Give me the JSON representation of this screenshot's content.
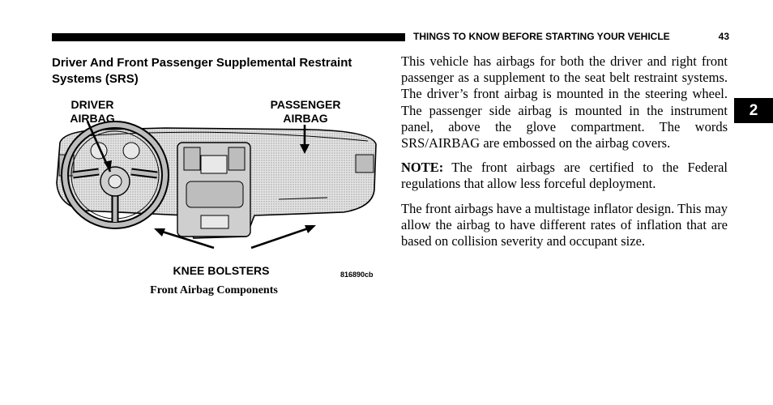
{
  "header": {
    "running_title": "THINGS TO KNOW BEFORE STARTING YOUR VEHICLE",
    "page_number": "43"
  },
  "section": {
    "title": "Driver And Front Passenger Supplemental Restraint Systems (SRS)"
  },
  "figure": {
    "labels": {
      "driver_airbag": "DRIVER\nAIRBAG",
      "passenger_airbag": "PASSENGER\nAIRBAG",
      "knee_bolsters": "KNEE BOLSTERS"
    },
    "code": "816890cb",
    "caption": "Front Airbag Components"
  },
  "body": {
    "paragraph1": "This vehicle has airbags for both the driver and right front passenger as a supplement to the seat belt restraint systems. The driver’s front airbag is mounted in the steering wheel. The passenger side airbag is mounted in the instrument panel, above the glove compartment. The words SRS/AIRBAG are embossed on the airbag covers.",
    "note_label": "NOTE:",
    "note_text": "The front airbags are certified to the Federal regulations that allow less forceful deployment.",
    "paragraph3": "The front airbags have a multistage inflator design. This may allow the airbag to have different rates of inflation that are based on collision severity and occupant size."
  },
  "side_tab": {
    "label": "2"
  }
}
